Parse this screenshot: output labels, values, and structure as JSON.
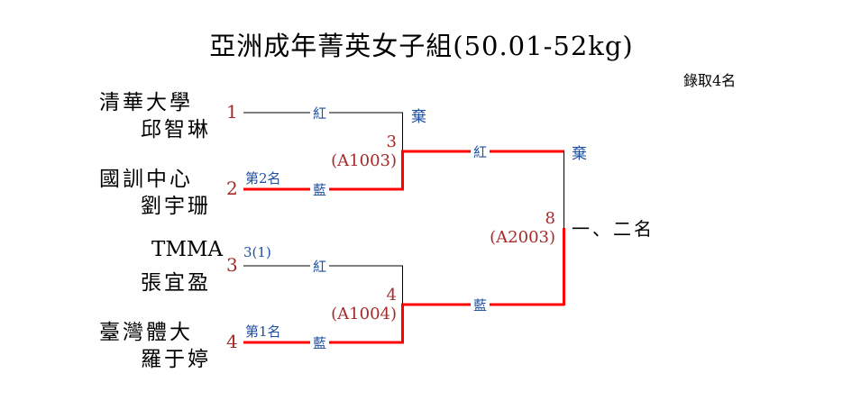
{
  "title": "亞洲成年菁英女子組(50.01-52kg)",
  "quota": "錄取4名",
  "colors": {
    "winner_line": "#ff0000",
    "loser_line": "#000000",
    "seed_text": "#a52a2a",
    "corner_text": "#1f4fa0"
  },
  "entrants": [
    {
      "seed": "1",
      "team": "清華大學",
      "name": "邱智琳",
      "note": ""
    },
    {
      "seed": "2",
      "team": "國訓中心",
      "name": "劉宇珊",
      "note": "第2名"
    },
    {
      "seed": "3",
      "team": "TMMA",
      "name": "張宜盈",
      "note": "3(1)"
    },
    {
      "seed": "4",
      "team": "臺灣體大",
      "name": "羅于婷",
      "note": "第1名"
    }
  ],
  "matches": [
    {
      "round": 1,
      "number": "3",
      "code": "(A1003)",
      "red": "紅",
      "blue": "藍",
      "result_note": "棄",
      "winner": "blue"
    },
    {
      "round": 1,
      "number": "4",
      "code": "(A1004)",
      "red": "紅",
      "blue": "藍",
      "result_note": "",
      "winner": "blue"
    },
    {
      "round": 2,
      "number": "8",
      "code": "(A2003)",
      "red": "紅",
      "blue": "藍",
      "result_note": "棄",
      "winner": "blue",
      "placement": "一、二名"
    }
  ]
}
